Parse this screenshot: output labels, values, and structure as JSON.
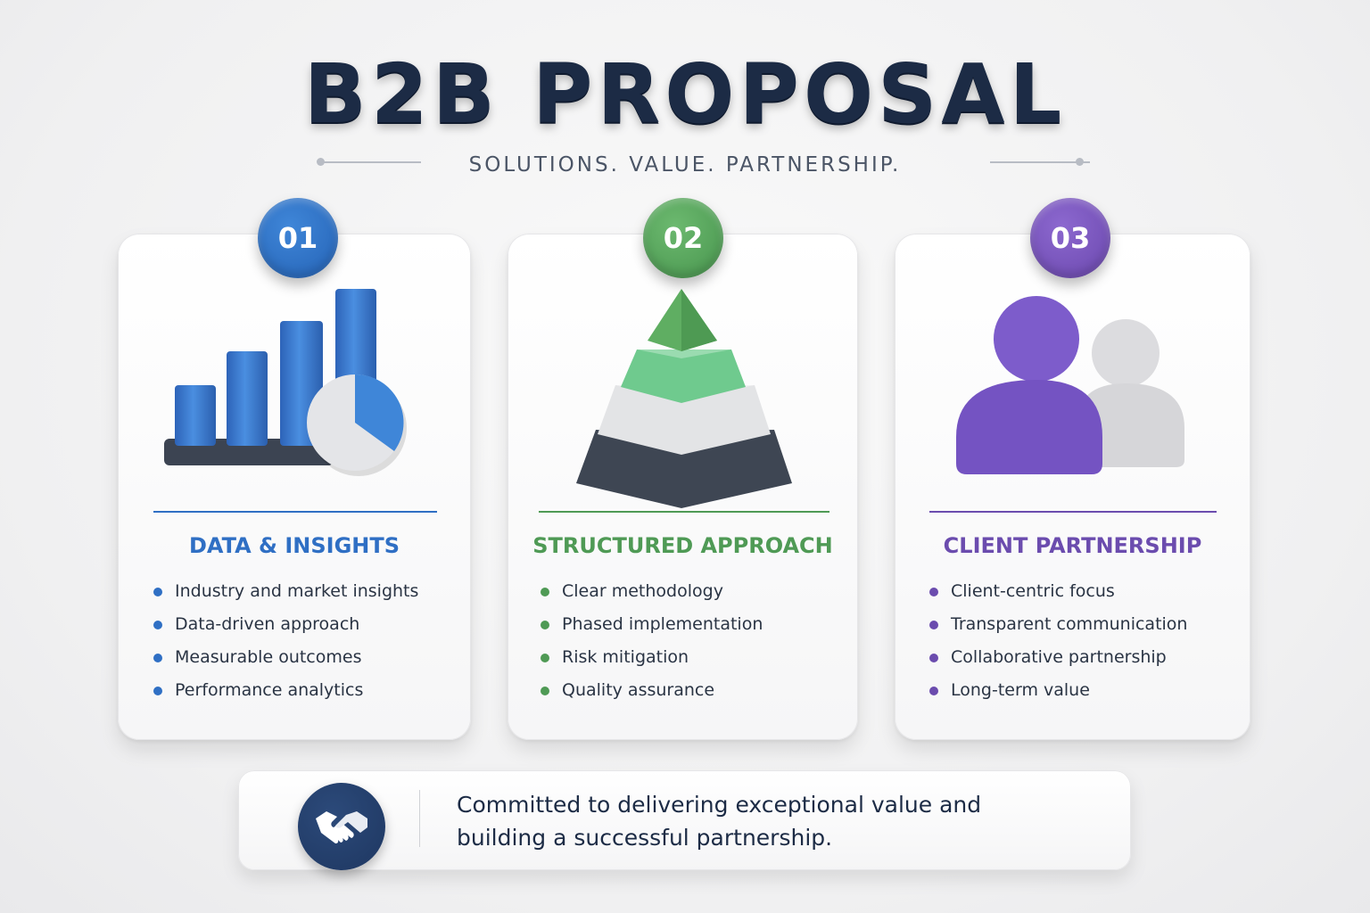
{
  "header": {
    "title": "B2B PROPOSAL",
    "subtitle": "SOLUTIONS. VALUE. PARTNERSHIP."
  },
  "cards": [
    {
      "number": "01",
      "title": "DATA & INSIGHTS",
      "accent": "#2f6fc4",
      "icon": "bar-chart-pie-icon",
      "items": [
        "Industry and market insights",
        "Data-driven approach",
        "Measurable outcomes",
        "Performance analytics"
      ]
    },
    {
      "number": "02",
      "title": "STRUCTURED APPROACH",
      "accent": "#4f9a55",
      "icon": "layered-pyramid-icon",
      "items": [
        "Clear methodology",
        "Phased implementation",
        "Risk mitigation",
        "Quality assurance"
      ]
    },
    {
      "number": "03",
      "title": "CLIENT PARTNERSHIP",
      "accent": "#6b4cae",
      "icon": "two-people-icon",
      "items": [
        "Client-centric focus",
        "Transparent communication",
        "Collaborative partnership",
        "Long-term value"
      ]
    }
  ],
  "footer": {
    "icon": "handshake-icon",
    "line1": "Committed to delivering exceptional value and",
    "line2": "building a successful partnership."
  }
}
